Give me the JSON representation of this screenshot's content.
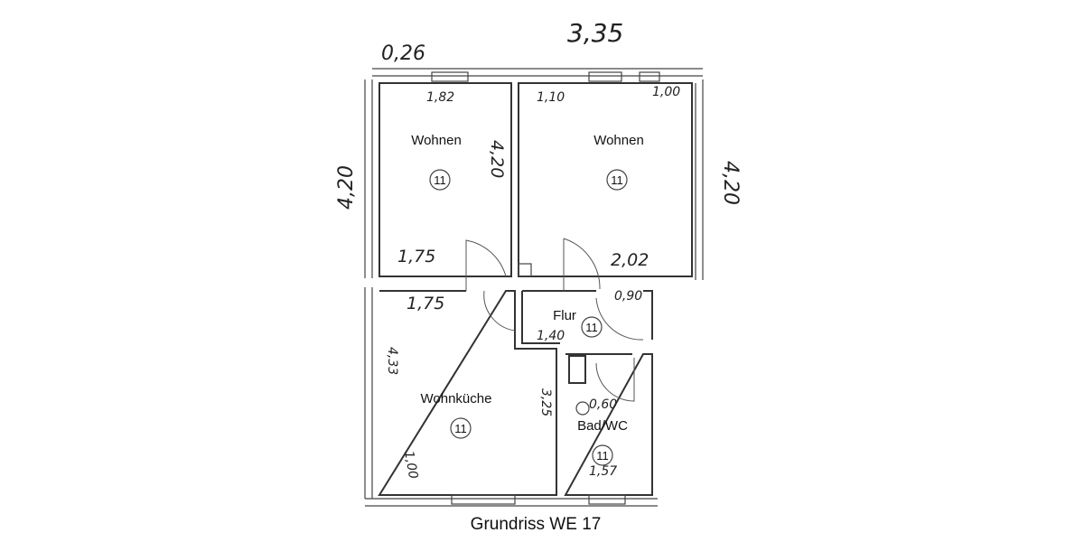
{
  "caption": "Grundriss WE 17",
  "rooms": [
    {
      "name": "Wohnen",
      "number": "11"
    },
    {
      "name": "Wohnen",
      "number": "11"
    },
    {
      "name": "Flur",
      "number": "11"
    },
    {
      "name": "Wohnküche",
      "number": "11"
    },
    {
      "name": "Bad/WC",
      "number": "11"
    }
  ],
  "handwritten": {
    "total_width": "3,35",
    "wall_offset": "0,26",
    "height_left": "4,20",
    "height_right": "4,20",
    "room1_top": "1,82",
    "room1_bottom": "1,75",
    "room1_height": "4,20",
    "room2_top_left": "1,10",
    "room2_top_right": "1,00",
    "room2_bottom": "2,02",
    "kitchen_top": "1,75",
    "kitchen_height_left": "4,33",
    "kitchen_height_right": "3,25",
    "kitchen_bottom": "1,00",
    "flur_width": "1,40",
    "flur_top_right": "0,90",
    "bath_top": "0,60",
    "bath_bottom": "1,57"
  }
}
